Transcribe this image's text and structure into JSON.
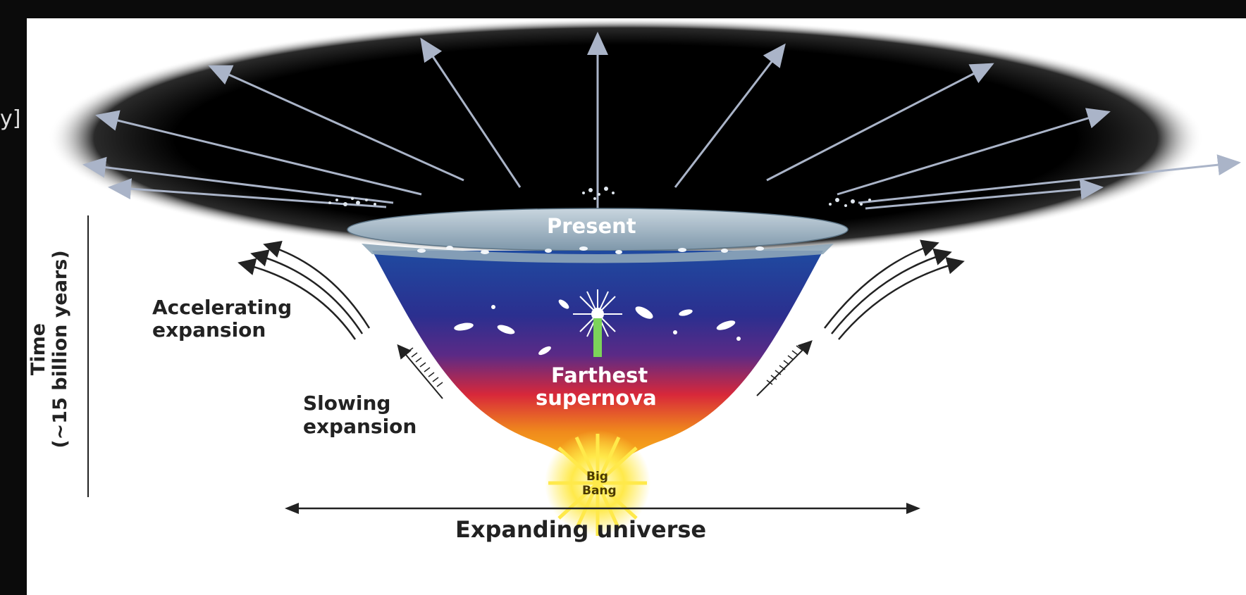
{
  "edge_text": "y]",
  "diagram": {
    "labels": {
      "present": "Present",
      "accelerating_line1": "Accelerating",
      "accelerating_line2": "expansion",
      "slowing_line1": "Slowing",
      "slowing_line2": "expansion",
      "farthest_line1": "Farthest",
      "farthest_line2": "supernova",
      "big_bang_line1": "Big",
      "big_bang_line2": "Bang",
      "time_line1": "Time",
      "time_line2": "(~15 billion years)",
      "expanding_universe": "Expanding universe"
    },
    "colors": {
      "space": "#000000",
      "present_layer": "#9fb6c6",
      "cone_top": "#163a8a",
      "cone_mid": "#5b2a86",
      "cone_red": "#d8283a",
      "cone_orange": "#f08a1c",
      "cone_bottom": "#ffd21e",
      "arrow": "#222222",
      "ray": "#aab4c8"
    }
  }
}
